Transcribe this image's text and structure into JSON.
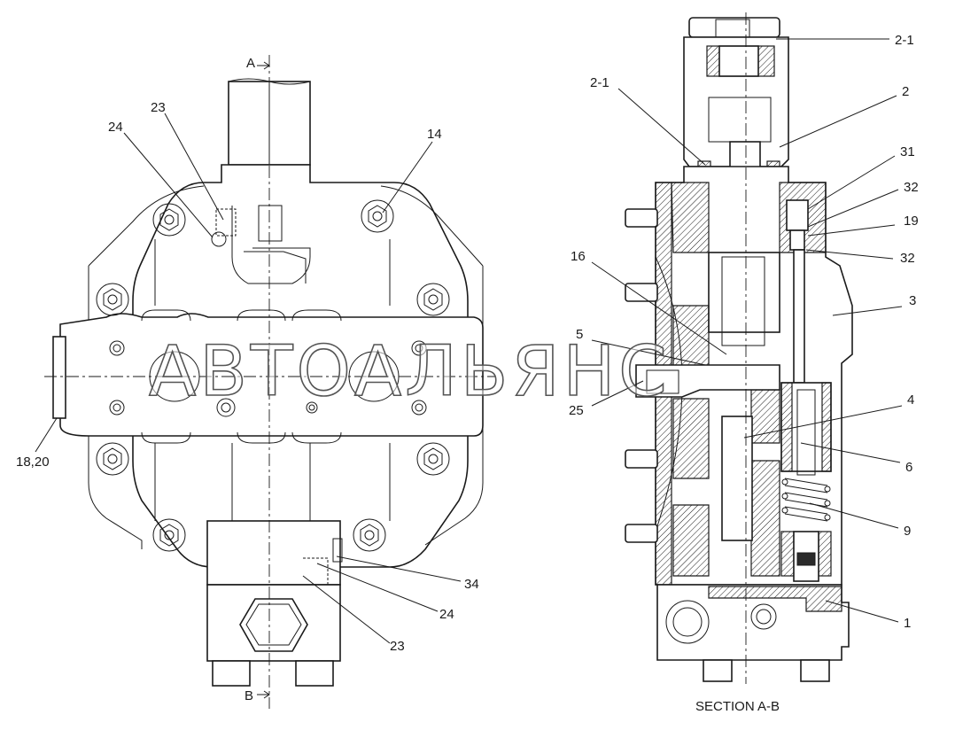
{
  "watermark": "АВТОАЛЬЯНС",
  "section_title": "SECTION A-B",
  "section_marks": {
    "top": "A",
    "bottom": "B"
  },
  "left_view_labels": {
    "l24_top": "24",
    "l23_top": "23",
    "l14": "14",
    "l18_20": "18,20",
    "l34": "34",
    "l24_bottom": "24",
    "l23_bottom": "23"
  },
  "right_view_labels": {
    "l2_1_right": "2-1",
    "l2_1_left": "2-1",
    "l2": "2",
    "l31": "31",
    "l32_top": "32",
    "l19": "19",
    "l32_mid": "32",
    "l16": "16",
    "l3": "3",
    "l5": "5",
    "l25": "25",
    "l4": "4",
    "l6": "6",
    "l9": "9",
    "l1": "1"
  }
}
